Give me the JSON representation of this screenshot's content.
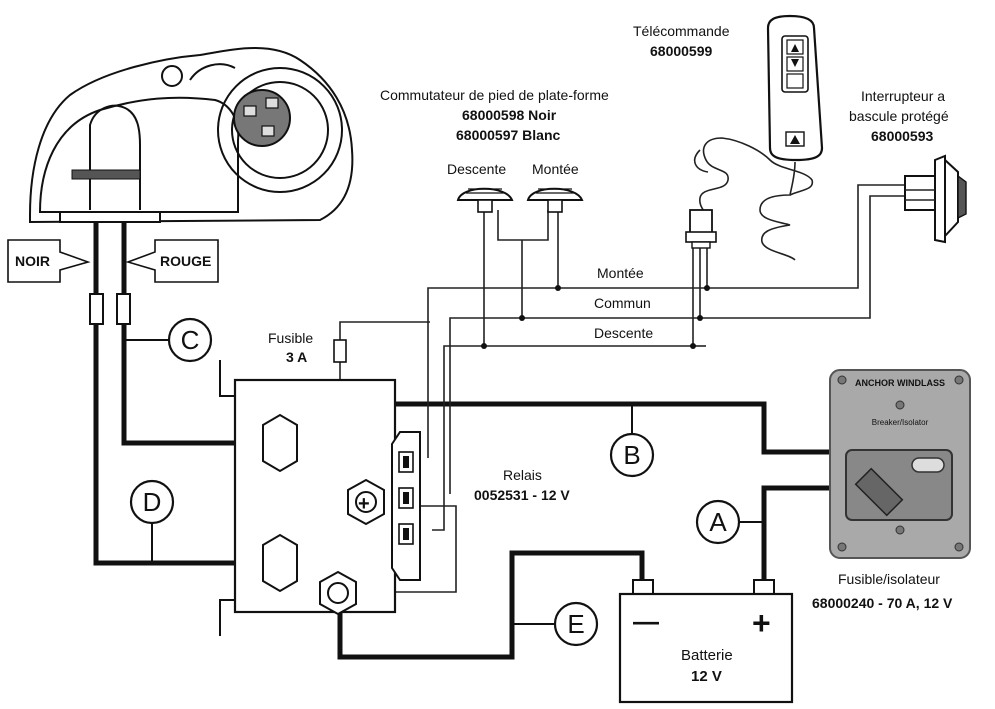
{
  "remote": {
    "title": "Télécommande",
    "part": "68000599"
  },
  "foot_switch": {
    "title": "Commutateur de pied de plate-forme",
    "part_black": "68000598 Noir",
    "part_white": "68000597 Blanc",
    "down_label": "Descente",
    "up_label": "Montée"
  },
  "rocker": {
    "line1": "Interrupteur a",
    "line2": "bascule protégé",
    "part": "68000593"
  },
  "winch": {
    "brand": ""
  },
  "wire_labels": {
    "black": "NOIR",
    "red": "ROUGE",
    "up": "Montée",
    "common": "Commun",
    "down": "Descente"
  },
  "fuse": {
    "label": "Fusible",
    "rating": "3 A"
  },
  "relay": {
    "label": "Relais",
    "part": "0052531 - 12 V",
    "plus": "+"
  },
  "breaker": {
    "panel_title": "ANCHOR WINDLASS",
    "panel_sub": "Breaker/Isolator",
    "label": "Fusible/isolateur",
    "part": "68000240 - 70 A, 12 V"
  },
  "battery": {
    "label": "Batterie",
    "voltage": "12 V",
    "minus": "—",
    "plus": "+"
  },
  "cables": {
    "A": "A",
    "B": "B",
    "C": "C",
    "D": "D",
    "E": "E"
  }
}
